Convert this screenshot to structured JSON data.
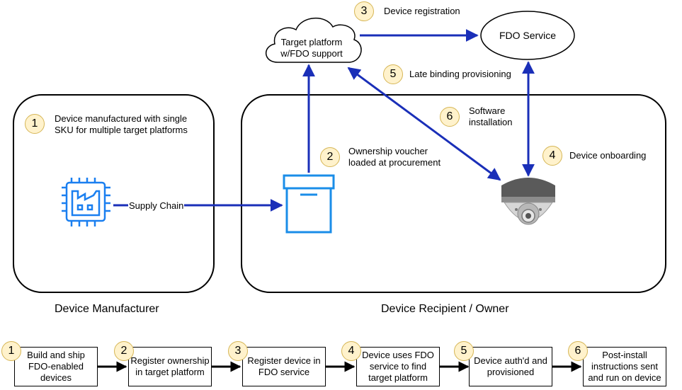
{
  "title": "FDO (FIDO Device Onboard) flow",
  "top_nodes": {
    "cloud_label": "Target platform\nw/FDO support",
    "fdo_service": "FDO Service"
  },
  "regions": {
    "manufacturer": "Device Manufacturer",
    "recipient": "Device Recipient / Owner"
  },
  "supply_chain_label": "Supply Chain",
  "annotations": [
    {
      "number": "1",
      "text": "Device manufactured with single\nSKU for multiple target platforms"
    },
    {
      "number": "2",
      "text": "Ownership voucher\nloaded at procurement"
    },
    {
      "number": "3",
      "text": "Device registration"
    },
    {
      "number": "4",
      "text": "Device onboarding"
    },
    {
      "number": "5",
      "text": "Late binding provisioning"
    },
    {
      "number": "6",
      "text": "Software\ninstallation"
    }
  ],
  "steps": [
    {
      "number": "1",
      "text": "Build and ship FDO-enabled devices"
    },
    {
      "number": "2",
      "text": "Register ownership in target platform"
    },
    {
      "number": "3",
      "text": "Register device in FDO service"
    },
    {
      "number": "4",
      "text": "Device uses FDO service to find target platform"
    },
    {
      "number": "5",
      "text": "Device auth'd and provisioned"
    },
    {
      "number": "6",
      "text": "Post-install instructions sent and run on device"
    }
  ],
  "colors": {
    "arrow": "#1a2fb8",
    "chip_icon": "#1a7ff0",
    "box_icon": "#1a8de8",
    "badge_fill": "#fff2cc",
    "badge_border": "#d6b656"
  },
  "icons": [
    "factory-chip-icon",
    "package-box-icon",
    "security-camera-icon",
    "cloud-shape"
  ]
}
